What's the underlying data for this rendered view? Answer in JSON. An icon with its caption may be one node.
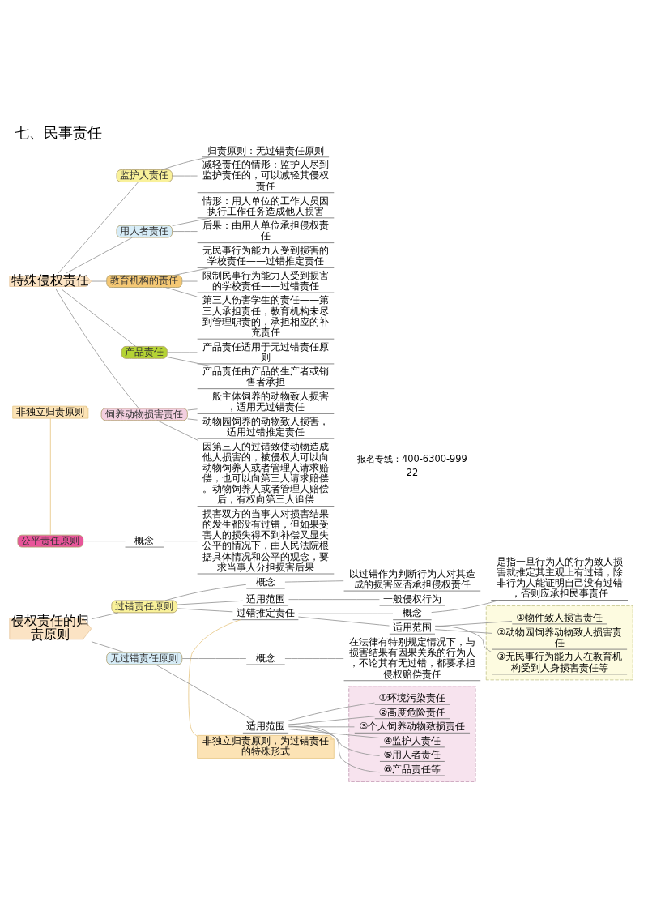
{
  "diagram": {
    "title": "七、民事责任",
    "nodes": [
      {
        "text": [
          "侵权责任的归责原则"
        ]
      },
      {
        "text": [
          "过错责任原则"
        ]
      },
      {
        "text": [
          "概念"
        ]
      },
      {
        "text": [
          "以过错作为判断行为人对其造成的损害应否承担侵权责任"
        ]
      },
      {
        "text": [
          "适用范围"
        ]
      },
      {
        "text": [
          "一般侵权行为"
        ]
      },
      {
        "text": [
          "过错推定责任"
        ]
      },
      {
        "text": [
          "概念"
        ]
      },
      {
        "text": [
          "是指一旦行为人的行为致人损害就推定其主观上有过错，除非行为人能证明自己没有过错，否则应承担民事责任"
        ]
      },
      {
        "text": [
          "适用范围"
        ]
      },
      {
        "text": [],
        "shape": "box"
      },
      {
        "text": [
          "①物件致人损害责任"
        ],
        "in": 10
      },
      {
        "text": [
          "②动物园饲养动物致人损害责任"
        ],
        "in": 10
      },
      {
        "text": [
          "③无民事行为能力人在教育机构受到人身损害责任等"
        ],
        "in": 10
      },
      {
        "text": [
          "非独立归责原则，为过错责任的特殊形式"
        ]
      },
      {
        "text": [
          "无过错责任原则"
        ]
      },
      {
        "text": [
          "概念"
        ]
      },
      {
        "text": [
          "在法律有特别规定情况下，与损害结果有因果关系的行为人，不论其有无过错，都要承担侵权赔偿责任"
        ]
      },
      {
        "text": [
          "适用范围"
        ]
      },
      {
        "text": [],
        "shape": "box"
      },
      {
        "text": [
          "①环境污染责任"
        ],
        "in": 19
      },
      {
        "text": [
          "②高度危险责任"
        ],
        "in": 19
      },
      {
        "text": [
          "③个人饲养动物致损责任"
        ],
        "in": 19
      },
      {
        "text": [
          "④监护人责任"
        ],
        "in": 19
      },
      {
        "text": [
          "⑤用人者责任"
        ],
        "in": 19
      },
      {
        "text": [
          "⑥产品责任等"
        ],
        "in": 19
      },
      {
        "text": [
          "非独立归责原则"
        ]
      },
      {
        "text": [
          "公平责任原则"
        ]
      },
      {
        "text": [
          "概念"
        ]
      },
      {
        "text": [
          "损害双方的当事人对损害结果的发生都没有过错，但如果受害人的损失得不到补偿又显失公平的情况下，由人民法院根据具体情况和公平的观念，要求当事人分担损害后果"
        ]
      },
      {
        "text": [
          "特殊侵权责任"
        ]
      },
      {
        "text": [
          "监护人责任"
        ]
      },
      {
        "text": [
          "归责原则：无过错责任原则"
        ]
      },
      {
        "text": [
          "减轻责任的情形：监护人尽到监护责任的，可以减轻其侵权责任"
        ]
      },
      {
        "text": [
          "用人者责任"
        ]
      },
      {
        "text": [
          "情形：用人单位的工作人员因执行工作任务造成他人损害"
        ]
      },
      {
        "text": [
          "后果：由用人单位承担侵权责任"
        ]
      },
      {
        "text": [
          "教育机构的责任"
        ]
      },
      {
        "text": [
          "无民事行为能力人受到损害的学校责任——过错推定责任"
        ]
      },
      {
        "text": [
          "限制民事行为能力人受到损害的学校责任——过错责任"
        ]
      },
      {
        "text": [
          "第三人伤害学生的责任——第三人承担责任，教育机构未尽到管理职责的，承担相应的补充责任"
        ]
      },
      {
        "text": [
          "产品责任"
        ]
      },
      {
        "text": [
          "产品责任适用于无过错责任原则"
        ]
      },
      {
        "text": [
          "产品责任由产品的生产者或销售者承担"
        ]
      },
      {
        "text": [
          "饲养动物损害责任"
        ]
      },
      {
        "text": [
          "一般主体饲养的动物致人损害，适用无过错责任"
        ]
      },
      {
        "text": [
          "动物园饲养的动物致人损害，适用过错推定责任"
        ]
      },
      {
        "text": [
          "因第三人的过错致使动物造成他人损害的，被侵权人可以向动物饲养人或者管理人请求赔偿，也可以向第三人请求赔偿。动物饲养人或者管理人赔偿后，有权向第三人追偿"
        ]
      }
    ],
    "edges": [
      {
        "from": 0,
        "to": 1,
        "arrow": "none"
      },
      {
        "from": 1,
        "to": 2,
        "arrow": "none"
      },
      {
        "from": 2,
        "to": 3,
        "arrow": "none"
      },
      {
        "from": 1,
        "to": 4,
        "arrow": "none"
      },
      {
        "from": 4,
        "to": 5,
        "arrow": "none"
      },
      {
        "from": 1,
        "to": 6,
        "arrow": "none"
      },
      {
        "from": 6,
        "to": 7,
        "arrow": "none"
      },
      {
        "from": 7,
        "to": 8,
        "arrow": "none"
      },
      {
        "from": 6,
        "to": 9,
        "arrow": "none"
      },
      {
        "from": 9,
        "to": 11,
        "arrow": "none"
      },
      {
        "from": 9,
        "to": 12,
        "arrow": "none"
      },
      {
        "from": 9,
        "to": 13,
        "arrow": "none"
      },
      {
        "from": 14,
        "to": 6,
        "arrow": "none",
        "color": "#e8c98a"
      },
      {
        "from": 0,
        "to": 15,
        "arrow": "none"
      },
      {
        "from": 15,
        "to": 16,
        "arrow": "none"
      },
      {
        "from": 16,
        "to": 17,
        "arrow": "none"
      },
      {
        "from": 15,
        "to": 18,
        "arrow": "none"
      },
      {
        "from": 18,
        "to": 20,
        "arrow": "none"
      },
      {
        "from": 18,
        "to": 21,
        "arrow": "none"
      },
      {
        "from": 18,
        "to": 22,
        "arrow": "none"
      },
      {
        "from": 18,
        "to": 23,
        "arrow": "none"
      },
      {
        "from": 18,
        "to": 24,
        "arrow": "none"
      },
      {
        "from": 18,
        "to": 25,
        "arrow": "none"
      },
      {
        "from": 26,
        "to": 27,
        "arrow": "none",
        "color": "#e8c98a"
      },
      {
        "from": 27,
        "to": 28,
        "arrow": "none"
      },
      {
        "from": 28,
        "to": 29,
        "arrow": "none"
      },
      {
        "from": 30,
        "to": 31,
        "arrow": "none"
      },
      {
        "from": 31,
        "to": 32,
        "arrow": "none"
      },
      {
        "from": 31,
        "to": 33,
        "arrow": "none"
      },
      {
        "from": 30,
        "to": 34,
        "arrow": "none"
      },
      {
        "from": 34,
        "to": 35,
        "arrow": "none"
      },
      {
        "from": 34,
        "to": 36,
        "arrow": "none"
      },
      {
        "from": 30,
        "to": 37,
        "arrow": "none"
      },
      {
        "from": 37,
        "to": 38,
        "arrow": "none"
      },
      {
        "from": 37,
        "to": 39,
        "arrow": "none"
      },
      {
        "from": 37,
        "to": 40,
        "arrow": "none"
      },
      {
        "from": 30,
        "to": 41,
        "arrow": "none"
      },
      {
        "from": 41,
        "to": 42,
        "arrow": "none"
      },
      {
        "from": 41,
        "to": 43,
        "arrow": "none"
      },
      {
        "from": 30,
        "to": 44,
        "arrow": "none"
      },
      {
        "from": 44,
        "to": 45,
        "arrow": "none"
      },
      {
        "from": 44,
        "to": 46,
        "arrow": "none"
      },
      {
        "from": 44,
        "to": 47,
        "arrow": "none"
      }
    ],
    "labels": [
      "22",
      "报名专线：400-6300-999"
    ]
  }
}
